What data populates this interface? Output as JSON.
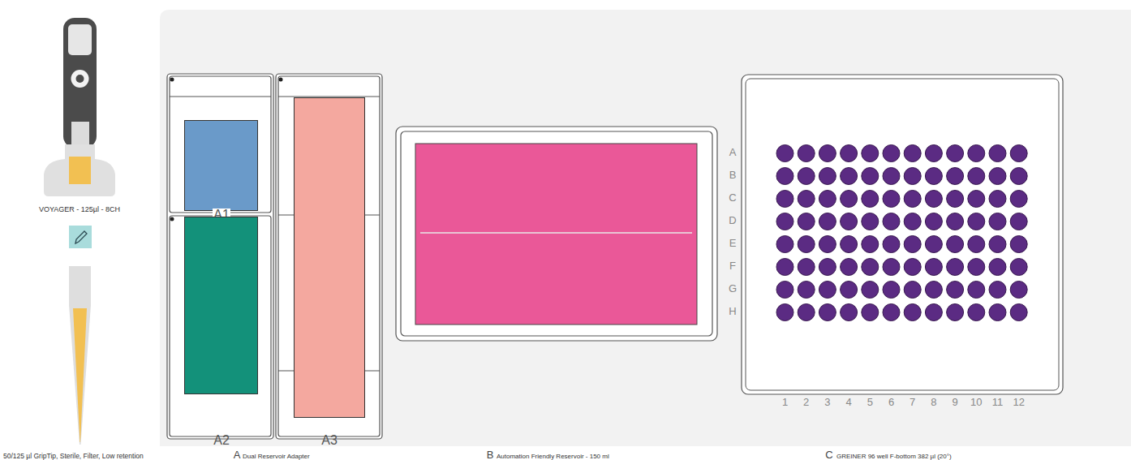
{
  "diagram": {
    "nodes": [
      {
        "text": [
          "A1"
        ]
      },
      {
        "text": [
          "A2"
        ]
      },
      {
        "text": [
          "A3"
        ]
      }
    ],
    "labels": [
      "VOYAGER - 125µl - 8CH",
      "50/125 µl GripTip, Sterile, Filter, Low retention",
      "A",
      "Dual Reservoir Adapter",
      "B",
      "Automation Friendly Reservoir - 150 ml",
      "C",
      "GREINER 96 well F-bottom 382 µl (20°)",
      "A",
      "B",
      "C",
      "D",
      "E",
      "F",
      "G",
      "H",
      "1",
      "2",
      "3",
      "4",
      "5",
      "6",
      "7",
      "8",
      "9",
      "10",
      "11",
      "12"
    ]
  }
}
